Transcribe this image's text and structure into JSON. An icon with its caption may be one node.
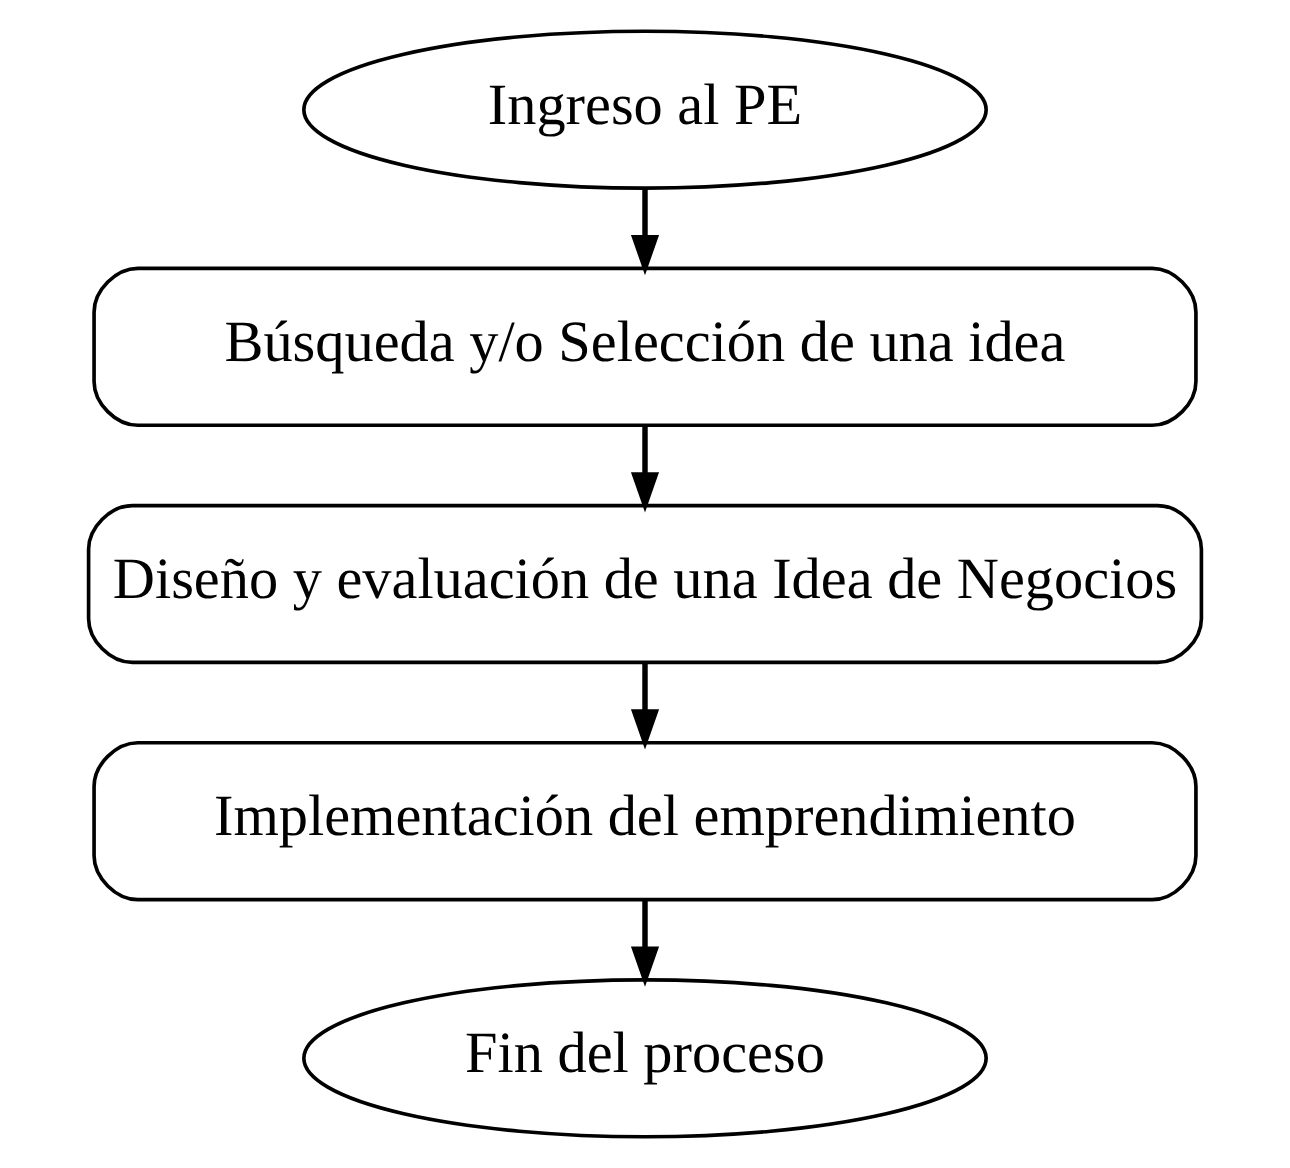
{
  "diagram": {
    "nodes": [
      {
        "text": [
          "Ingreso al PE"
        ]
      },
      {
        "text": [
          "Búsqueda y/o Selección de una idea"
        ]
      },
      {
        "text": [
          "Diseño y evaluación de una Idea de Negocios"
        ]
      },
      {
        "text": [
          "Implementación del emprendimiento"
        ]
      },
      {
        "text": [
          "Fin del proceso"
        ]
      }
    ],
    "edges": [
      {
        "from": 0,
        "to": 1,
        "arrow": "to"
      },
      {
        "from": 1,
        "to": 2,
        "arrow": "to"
      },
      {
        "from": 2,
        "to": 3,
        "arrow": "to"
      },
      {
        "from": 3,
        "to": 4,
        "arrow": "to"
      }
    ]
  }
}
